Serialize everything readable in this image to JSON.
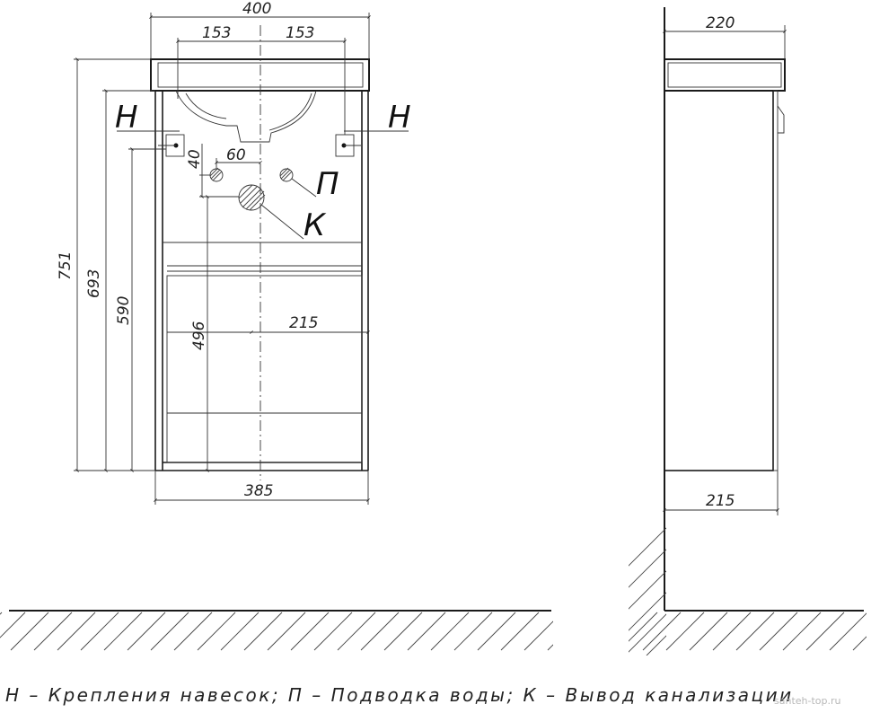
{
  "front_view": {
    "dims": {
      "overall_width": "400",
      "left_half": "153",
      "right_half": "153",
      "height_total": "751",
      "height_693": "693",
      "height_590": "590",
      "height_496": "496",
      "offset_40": "40",
      "offset_60": "60",
      "offset_215": "215",
      "bottom_width": "385"
    },
    "callouts": {
      "mount_left": "Н",
      "mount_right": "Н",
      "water": "П",
      "drain": "К"
    }
  },
  "side_view": {
    "dims": {
      "depth_top": "220",
      "depth_body": "215"
    }
  },
  "legend": "Н – Крепления навесок; П – Подводка воды; К – Вывод канализации",
  "watermark": "santeh-top.ru"
}
